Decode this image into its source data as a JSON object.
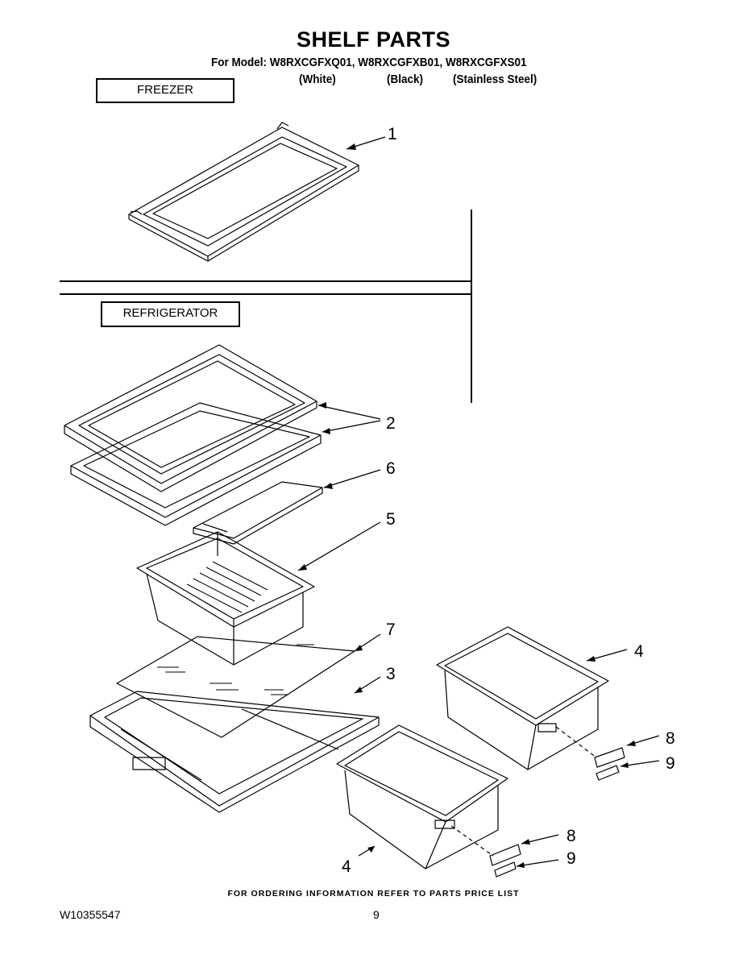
{
  "title": "SHELF PARTS",
  "model_line": "For Model: W8RXCGFXQ01, W8RXCGFXB01, W8RXCGFXS01",
  "variants": [
    "(White)",
    "(Black)",
    "(Stainless Steel)"
  ],
  "sections": {
    "freezer": "FREEZER",
    "refrigerator": "REFRIGERATOR"
  },
  "callouts": {
    "c1": "1",
    "c2": "2",
    "c6": "6",
    "c5": "5",
    "c7": "7",
    "c3": "3",
    "c4a": "4",
    "c4b": "4",
    "c8a": "8",
    "c9a": "9",
    "c8b": "8",
    "c9b": "9"
  },
  "footer_note": "FOR ORDERING INFORMATION REFER TO PARTS PRICE LIST",
  "doc_number": "W10355547",
  "page_number": "9"
}
